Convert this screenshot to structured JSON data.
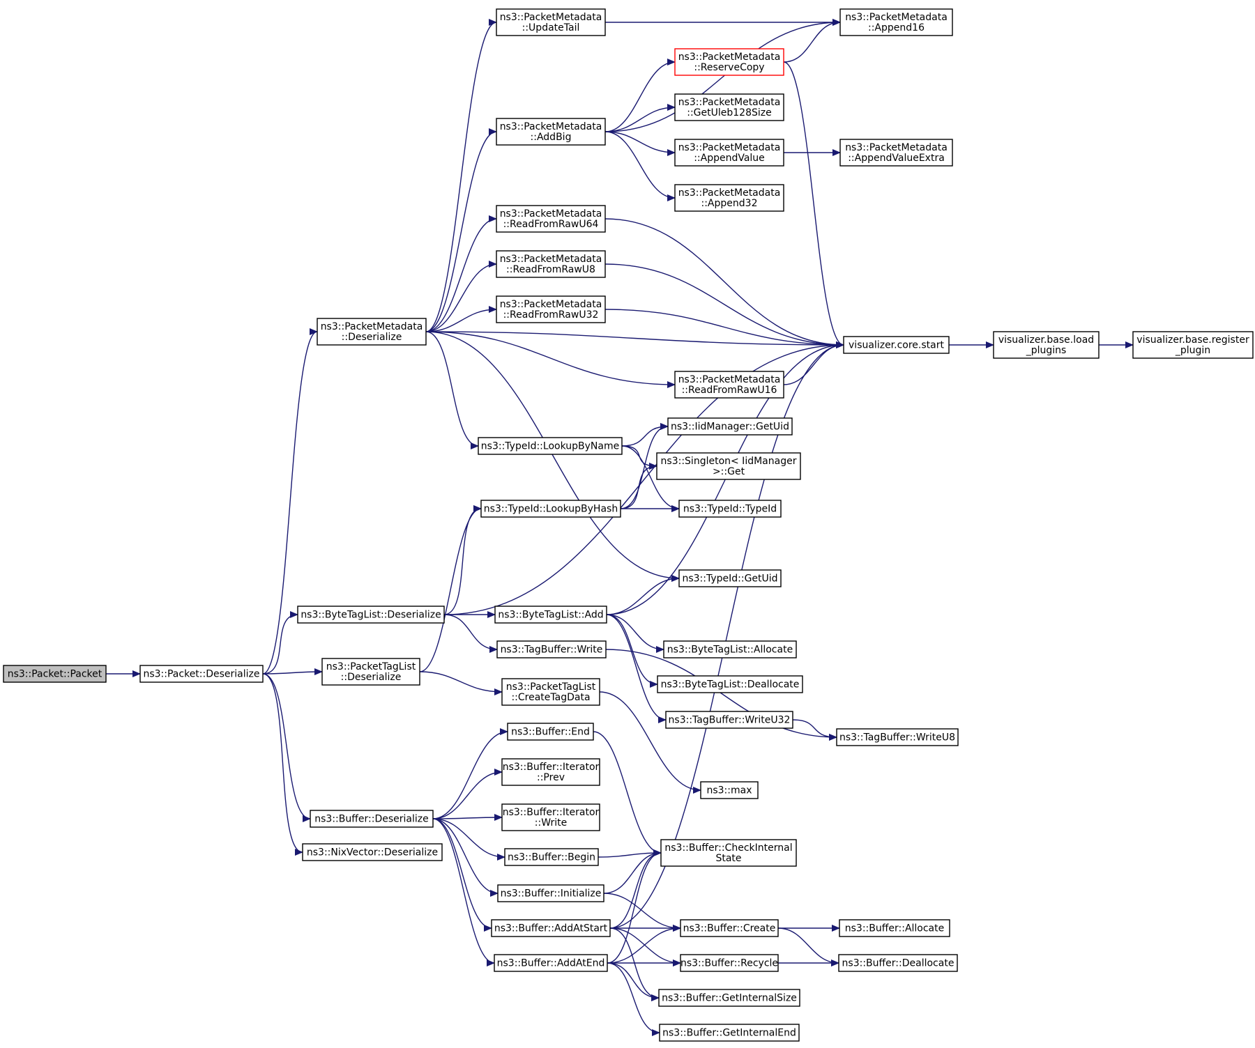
{
  "diagram": {
    "colors": {
      "edge": "#191970",
      "node_border": "#000000",
      "root_fill": "#bfbfbf",
      "highlight_border": "#ff0000",
      "background": "#ffffff"
    },
    "nodes": [
      {
        "id": "packet_ctor",
        "lines": [
          "ns3::Packet::Packet"
        ],
        "style": "root"
      },
      {
        "id": "packet_deser",
        "lines": [
          "ns3::Packet::Deserialize"
        ]
      },
      {
        "id": "pm_deser",
        "lines": [
          "ns3::PacketMetadata",
          "::Deserialize"
        ]
      },
      {
        "id": "pm_updatetail",
        "lines": [
          "ns3::PacketMetadata",
          "::UpdateTail"
        ]
      },
      {
        "id": "pm_append16",
        "lines": [
          "ns3::PacketMetadata",
          "::Append16"
        ]
      },
      {
        "id": "pm_reservecopy",
        "lines": [
          "ns3::PacketMetadata",
          "::ReserveCopy"
        ],
        "style": "highlight"
      },
      {
        "id": "pm_addbig",
        "lines": [
          "ns3::PacketMetadata",
          "::AddBig"
        ]
      },
      {
        "id": "pm_getuleb",
        "lines": [
          "ns3::PacketMetadata",
          "::GetUleb128Size"
        ]
      },
      {
        "id": "pm_appendvalue",
        "lines": [
          "ns3::PacketMetadata",
          "::AppendValue"
        ]
      },
      {
        "id": "pm_appendvalueextra",
        "lines": [
          "ns3::PacketMetadata",
          "::AppendValueExtra"
        ]
      },
      {
        "id": "pm_append32",
        "lines": [
          "ns3::PacketMetadata",
          "::Append32"
        ]
      },
      {
        "id": "pm_rawu64",
        "lines": [
          "ns3::PacketMetadata",
          "::ReadFromRawU64"
        ]
      },
      {
        "id": "pm_rawu8",
        "lines": [
          "ns3::PacketMetadata",
          "::ReadFromRawU8"
        ]
      },
      {
        "id": "pm_rawu32",
        "lines": [
          "ns3::PacketMetadata",
          "::ReadFromRawU32"
        ]
      },
      {
        "id": "pm_rawu16",
        "lines": [
          "ns3::PacketMetadata",
          "::ReadFromRawU16"
        ]
      },
      {
        "id": "vis_start",
        "lines": [
          "visualizer.core.start"
        ]
      },
      {
        "id": "vis_load",
        "lines": [
          "visualizer.base.load",
          "_plugins"
        ]
      },
      {
        "id": "vis_register",
        "lines": [
          "visualizer.base.register",
          "_plugin"
        ]
      },
      {
        "id": "typeid_lookupname",
        "lines": [
          "ns3::TypeId::LookupByName"
        ]
      },
      {
        "id": "iid_getuid",
        "lines": [
          "ns3::IidManager::GetUid"
        ]
      },
      {
        "id": "singleton_get",
        "lines": [
          "ns3::Singleton< IidManager",
          ">::Get"
        ]
      },
      {
        "id": "typeid_lookuphash",
        "lines": [
          "ns3::TypeId::LookupByHash"
        ]
      },
      {
        "id": "typeid_typeid",
        "lines": [
          "ns3::TypeId::TypeId"
        ]
      },
      {
        "id": "typeid_getuid",
        "lines": [
          "ns3::TypeId::GetUid"
        ]
      },
      {
        "id": "btl_deser",
        "lines": [
          "ns3::ByteTagList::Deserialize"
        ]
      },
      {
        "id": "btl_add",
        "lines": [
          "ns3::ByteTagList::Add"
        ]
      },
      {
        "id": "btl_allocate",
        "lines": [
          "ns3::ByteTagList::Allocate"
        ]
      },
      {
        "id": "btl_deallocate",
        "lines": [
          "ns3::ByteTagList::Deallocate"
        ]
      },
      {
        "id": "tb_write",
        "lines": [
          "ns3::TagBuffer::Write"
        ]
      },
      {
        "id": "ptl_deser",
        "lines": [
          "ns3::PacketTagList",
          "::Deserialize"
        ]
      },
      {
        "id": "ptl_createtag",
        "lines": [
          "ns3::PacketTagList",
          "::CreateTagData"
        ]
      },
      {
        "id": "tb_writeu32",
        "lines": [
          "ns3::TagBuffer::WriteU32"
        ]
      },
      {
        "id": "tb_writeu8",
        "lines": [
          "ns3::TagBuffer::WriteU8"
        ]
      },
      {
        "id": "ns3_max",
        "lines": [
          "ns3::max"
        ]
      },
      {
        "id": "buf_end",
        "lines": [
          "ns3::Buffer::End"
        ]
      },
      {
        "id": "buf_itprev",
        "lines": [
          "ns3::Buffer::Iterator",
          "::Prev"
        ]
      },
      {
        "id": "buf_deser",
        "lines": [
          "ns3::Buffer::Deserialize"
        ]
      },
      {
        "id": "buf_itwrite",
        "lines": [
          "ns3::Buffer::Iterator",
          "::Write"
        ]
      },
      {
        "id": "nix_deser",
        "lines": [
          "ns3::NixVector::Deserialize"
        ]
      },
      {
        "id": "buf_begin",
        "lines": [
          "ns3::Buffer::Begin"
        ]
      },
      {
        "id": "buf_checkinternal",
        "lines": [
          "ns3::Buffer::CheckInternal",
          "State"
        ]
      },
      {
        "id": "buf_initialize",
        "lines": [
          "ns3::Buffer::Initialize"
        ]
      },
      {
        "id": "buf_addatstart",
        "lines": [
          "ns3::Buffer::AddAtStart"
        ]
      },
      {
        "id": "buf_create",
        "lines": [
          "ns3::Buffer::Create"
        ]
      },
      {
        "id": "buf_allocate",
        "lines": [
          "ns3::Buffer::Allocate"
        ]
      },
      {
        "id": "buf_addatend",
        "lines": [
          "ns3::Buffer::AddAtEnd"
        ]
      },
      {
        "id": "buf_recycle",
        "lines": [
          "ns3::Buffer::Recycle"
        ]
      },
      {
        "id": "buf_deallocate",
        "lines": [
          "ns3::Buffer::Deallocate"
        ]
      },
      {
        "id": "buf_getinternalsize",
        "lines": [
          "ns3::Buffer::GetInternalSize"
        ]
      },
      {
        "id": "buf_getinternalend",
        "lines": [
          "ns3::Buffer::GetInternalEnd"
        ]
      }
    ],
    "edges": [
      [
        "packet_ctor",
        "packet_deser"
      ],
      [
        "packet_deser",
        "pm_deser"
      ],
      [
        "packet_deser",
        "btl_deser"
      ],
      [
        "packet_deser",
        "ptl_deser"
      ],
      [
        "packet_deser",
        "buf_deser"
      ],
      [
        "packet_deser",
        "nix_deser"
      ],
      [
        "pm_deser",
        "pm_updatetail"
      ],
      [
        "pm_deser",
        "pm_addbig"
      ],
      [
        "pm_deser",
        "pm_rawu64"
      ],
      [
        "pm_deser",
        "pm_rawu8"
      ],
      [
        "pm_deser",
        "pm_rawu32"
      ],
      [
        "pm_deser",
        "vis_start"
      ],
      [
        "pm_deser",
        "pm_rawu16"
      ],
      [
        "pm_deser",
        "typeid_lookupname"
      ],
      [
        "pm_deser",
        "typeid_getuid"
      ],
      [
        "pm_updatetail",
        "pm_append16"
      ],
      [
        "pm_addbig",
        "pm_append16"
      ],
      [
        "pm_addbig",
        "pm_reservecopy"
      ],
      [
        "pm_addbig",
        "pm_getuleb"
      ],
      [
        "pm_addbig",
        "pm_appendvalue"
      ],
      [
        "pm_addbig",
        "pm_append32"
      ],
      [
        "pm_reservecopy",
        "pm_append16"
      ],
      [
        "pm_reservecopy",
        "vis_start"
      ],
      [
        "pm_appendvalue",
        "pm_appendvalueextra"
      ],
      [
        "pm_rawu64",
        "vis_start"
      ],
      [
        "pm_rawu8",
        "vis_start"
      ],
      [
        "pm_rawu32",
        "vis_start"
      ],
      [
        "pm_rawu16",
        "vis_start"
      ],
      [
        "vis_start",
        "vis_load"
      ],
      [
        "vis_load",
        "vis_register"
      ],
      [
        "typeid_lookupname",
        "iid_getuid"
      ],
      [
        "typeid_lookupname",
        "singleton_get"
      ],
      [
        "typeid_lookupname",
        "typeid_typeid"
      ],
      [
        "typeid_lookuphash",
        "iid_getuid"
      ],
      [
        "typeid_lookuphash",
        "singleton_get"
      ],
      [
        "typeid_lookuphash",
        "typeid_typeid"
      ],
      [
        "btl_deser",
        "typeid_lookuphash"
      ],
      [
        "btl_deser",
        "vis_start"
      ],
      [
        "btl_deser",
        "btl_add"
      ],
      [
        "btl_deser",
        "tb_write"
      ],
      [
        "btl_add",
        "typeid_getuid"
      ],
      [
        "btl_add",
        "vis_start"
      ],
      [
        "btl_add",
        "btl_allocate"
      ],
      [
        "btl_add",
        "btl_deallocate"
      ],
      [
        "btl_add",
        "tb_writeu32"
      ],
      [
        "tb_write",
        "tb_writeu8"
      ],
      [
        "tb_writeu32",
        "tb_writeu8"
      ],
      [
        "ptl_deser",
        "typeid_lookuphash"
      ],
      [
        "ptl_deser",
        "ptl_createtag"
      ],
      [
        "ptl_createtag",
        "ns3_max"
      ],
      [
        "buf_deser",
        "buf_end"
      ],
      [
        "buf_deser",
        "buf_itprev"
      ],
      [
        "buf_deser",
        "buf_itwrite"
      ],
      [
        "buf_deser",
        "buf_begin"
      ],
      [
        "buf_deser",
        "buf_initialize"
      ],
      [
        "buf_deser",
        "buf_addatstart"
      ],
      [
        "buf_deser",
        "buf_addatend"
      ],
      [
        "buf_end",
        "buf_checkinternal"
      ],
      [
        "buf_begin",
        "buf_checkinternal"
      ],
      [
        "buf_initialize",
        "buf_checkinternal"
      ],
      [
        "buf_initialize",
        "buf_create"
      ],
      [
        "buf_addatstart",
        "buf_checkinternal"
      ],
      [
        "buf_addatstart",
        "vis_start"
      ],
      [
        "buf_addatstart",
        "buf_create"
      ],
      [
        "buf_addatstart",
        "buf_recycle"
      ],
      [
        "buf_addatstart",
        "buf_getinternalsize"
      ],
      [
        "buf_addatend",
        "buf_checkinternal"
      ],
      [
        "buf_addatend",
        "buf_create"
      ],
      [
        "buf_addatend",
        "buf_recycle"
      ],
      [
        "buf_addatend",
        "buf_getinternalsize"
      ],
      [
        "buf_addatend",
        "buf_getinternalend"
      ],
      [
        "buf_create",
        "buf_allocate"
      ],
      [
        "buf_create",
        "buf_deallocate"
      ],
      [
        "buf_recycle",
        "buf_deallocate"
      ]
    ]
  }
}
